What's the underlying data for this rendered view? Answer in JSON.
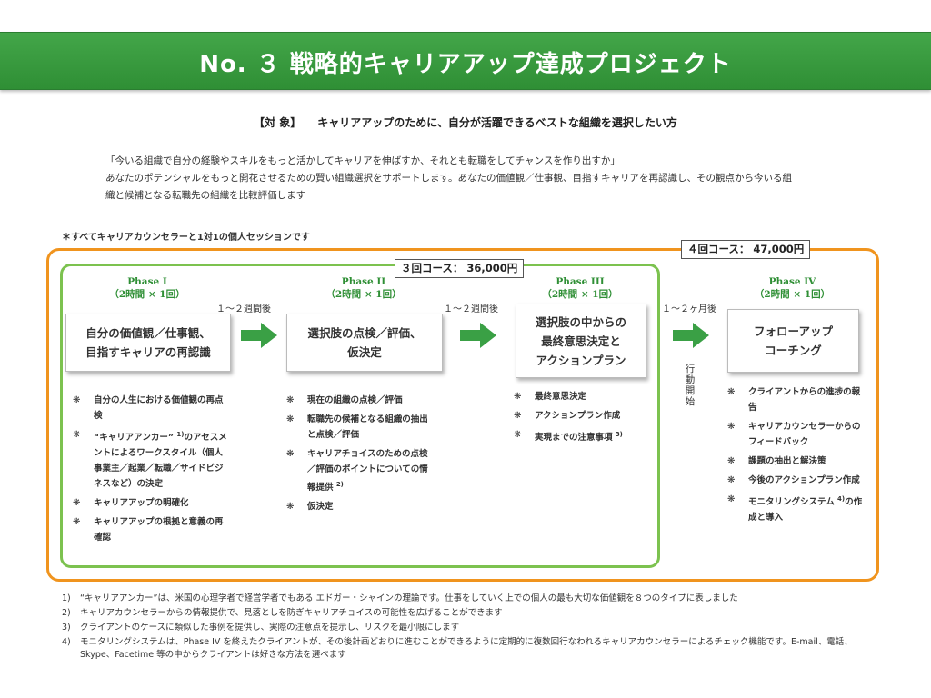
{
  "banner": {
    "title": "No. ３ 戦略的キャリアアップ達成プロジェクト"
  },
  "target": {
    "label": "【対 象】",
    "text": "キャリアアップのために、自分が活躍できるベストな組織を選択したい方"
  },
  "intro": {
    "line1": "「今いる組織で自分の経験やスキルをもっと活かしてキャリアを伸ばすか、それとも転職をしてチャンスを作り出すか」",
    "line2": "あなたのポテンシャルをもっと開花させるための賢い組織選択をサポートします。あなたの価値観／仕事観、目指すキャリアを再認識し、その観点から今いる組",
    "line3": "織と候補となる転職先の組織を比較評価します"
  },
  "note": "＊すべてキャリアカウンセラーと1対1の個人セッションです",
  "course3": "３回コース： 36,000円",
  "course4": "４回コース： 47,000円",
  "bullet_mark": "❋",
  "phases": [
    {
      "name": "Phase I",
      "duration": "（2時間 × 1回）",
      "box": "自分の価値観／仕事観、\n目指すキャリアの再認識",
      "items": [
        {
          "text": "自分の人生における価値観の再点検"
        },
        {
          "text_pre": "“キャリアアンカー” ",
          "ref": "1)",
          "text_post": "のアセスメントによるワークスタイル（個人事業主／起業／転職／サイドビジネスなど）の決定"
        },
        {
          "text": "キャリアアップの明確化"
        },
        {
          "text": "キャリアアップの根拠と意義の再確認"
        }
      ]
    },
    {
      "name": "Phase II",
      "duration": "（2時間 × 1回）",
      "box": "選択肢の点検／評価、\n仮決定",
      "items": [
        {
          "text": "現在の組織の点検／評価"
        },
        {
          "text": "転職先の候補となる組織の抽出と点検／評価"
        },
        {
          "text_pre": "キャリアチョイスのための点検／評価のポイントについての情報提供 ",
          "ref": "2)",
          "text_post": ""
        },
        {
          "text": "仮決定"
        }
      ]
    },
    {
      "name": "Phase III",
      "duration": "（2時間 × 1回）",
      "box": "選択肢の中からの\n最終意思決定と\nアクションプラン",
      "items": [
        {
          "text": "最終意思決定"
        },
        {
          "text": "アクションプラン作成"
        },
        {
          "text_pre": "実現までの注意事項 ",
          "ref": "3)",
          "text_post": ""
        }
      ]
    },
    {
      "name": "Phase IV",
      "duration": "（2時間 × 1回）",
      "box": "フォローアップ\nコーチング",
      "items": [
        {
          "text": "クライアントからの進捗の報告"
        },
        {
          "text": "キャリアカウンセラーからのフィードバック"
        },
        {
          "text": "課題の抽出と解決策"
        },
        {
          "text": "今後のアクションプラン作成"
        },
        {
          "text_pre": "モニタリングシステム ",
          "ref": "4)",
          "text_post": "の作成と導入"
        }
      ]
    }
  ],
  "intervals": [
    "１～２週間後",
    "１～２週間後",
    "１～２ヶ月後"
  ],
  "vertical_label": "行動開始",
  "footnotes": [
    {
      "num": "1)",
      "text": "“キャリアアンカー”は、米国の心理学者で経営学者でもある エドガー・シャインの理論です。仕事をしていく上での個人の最も大切な価値観を８つのタイプに表しました"
    },
    {
      "num": "2)",
      "text": "キャリアカウンセラーからの情報提供で、見落としを防ぎキャリアチョイスの可能性を広げることができます"
    },
    {
      "num": "3)",
      "text": "クライアントのケースに類似した事例を提供し、実際の注意点を提示し、リスクを最小限にします"
    },
    {
      "num": "4)",
      "text": "モニタリングシステムは、Phase IV を終えたクライアントが、その後計画どおりに進むことができるように定期的に複数回行なわれるキャリアカウンセラーによるチェック機能です。E-mail、電話、Skype、Facetime 等の中からクライアントは好きな方法を選べます"
    }
  ]
}
